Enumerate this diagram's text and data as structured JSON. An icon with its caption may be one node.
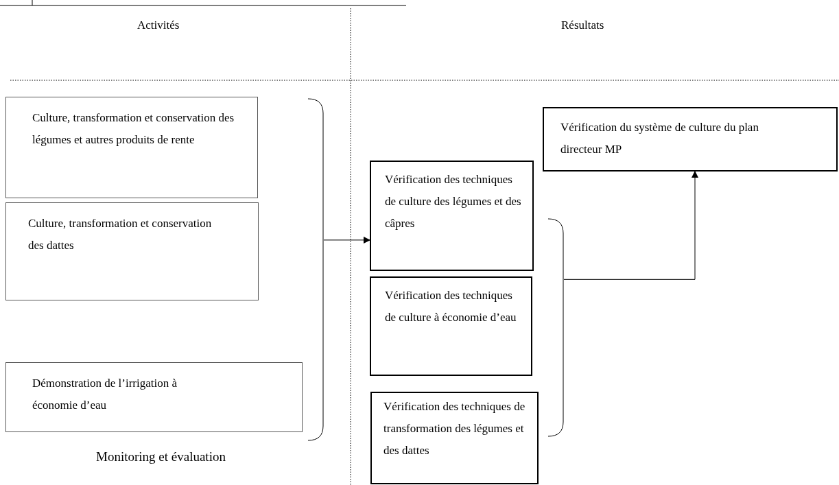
{
  "diagram": {
    "nodes": [
      {
        "text": [
          "Culture, transformation et conservation des légumes et autres produits de rente"
        ]
      },
      {
        "text": [
          "Culture, transformation et conservation des dattes"
        ]
      },
      {
        "text": [
          "Démonstration de l’irrigation à économie d’eau"
        ]
      },
      {
        "text": [],
        "shape": "bracket"
      },
      {
        "text": [
          "Vérification du système de culture du plan directeur MP"
        ]
      },
      {
        "text": [
          "Vérification des techniques de culture des légumes et des câpres"
        ]
      },
      {
        "text": [
          "Vérification des techniques de culture à économie d’eau"
        ]
      },
      {
        "text": [
          "Vérification des techniques de transformation des légumes et des dattes"
        ]
      },
      {
        "text": [],
        "shape": "bracket"
      }
    ],
    "edges": [
      {
        "from": 3,
        "to": 5,
        "arrow": "to"
      },
      {
        "from": 8,
        "to": 4,
        "arrow": "to"
      }
    ],
    "labels": [
      "Activités",
      "Résultats",
      "Monitoring et évaluation"
    ]
  }
}
